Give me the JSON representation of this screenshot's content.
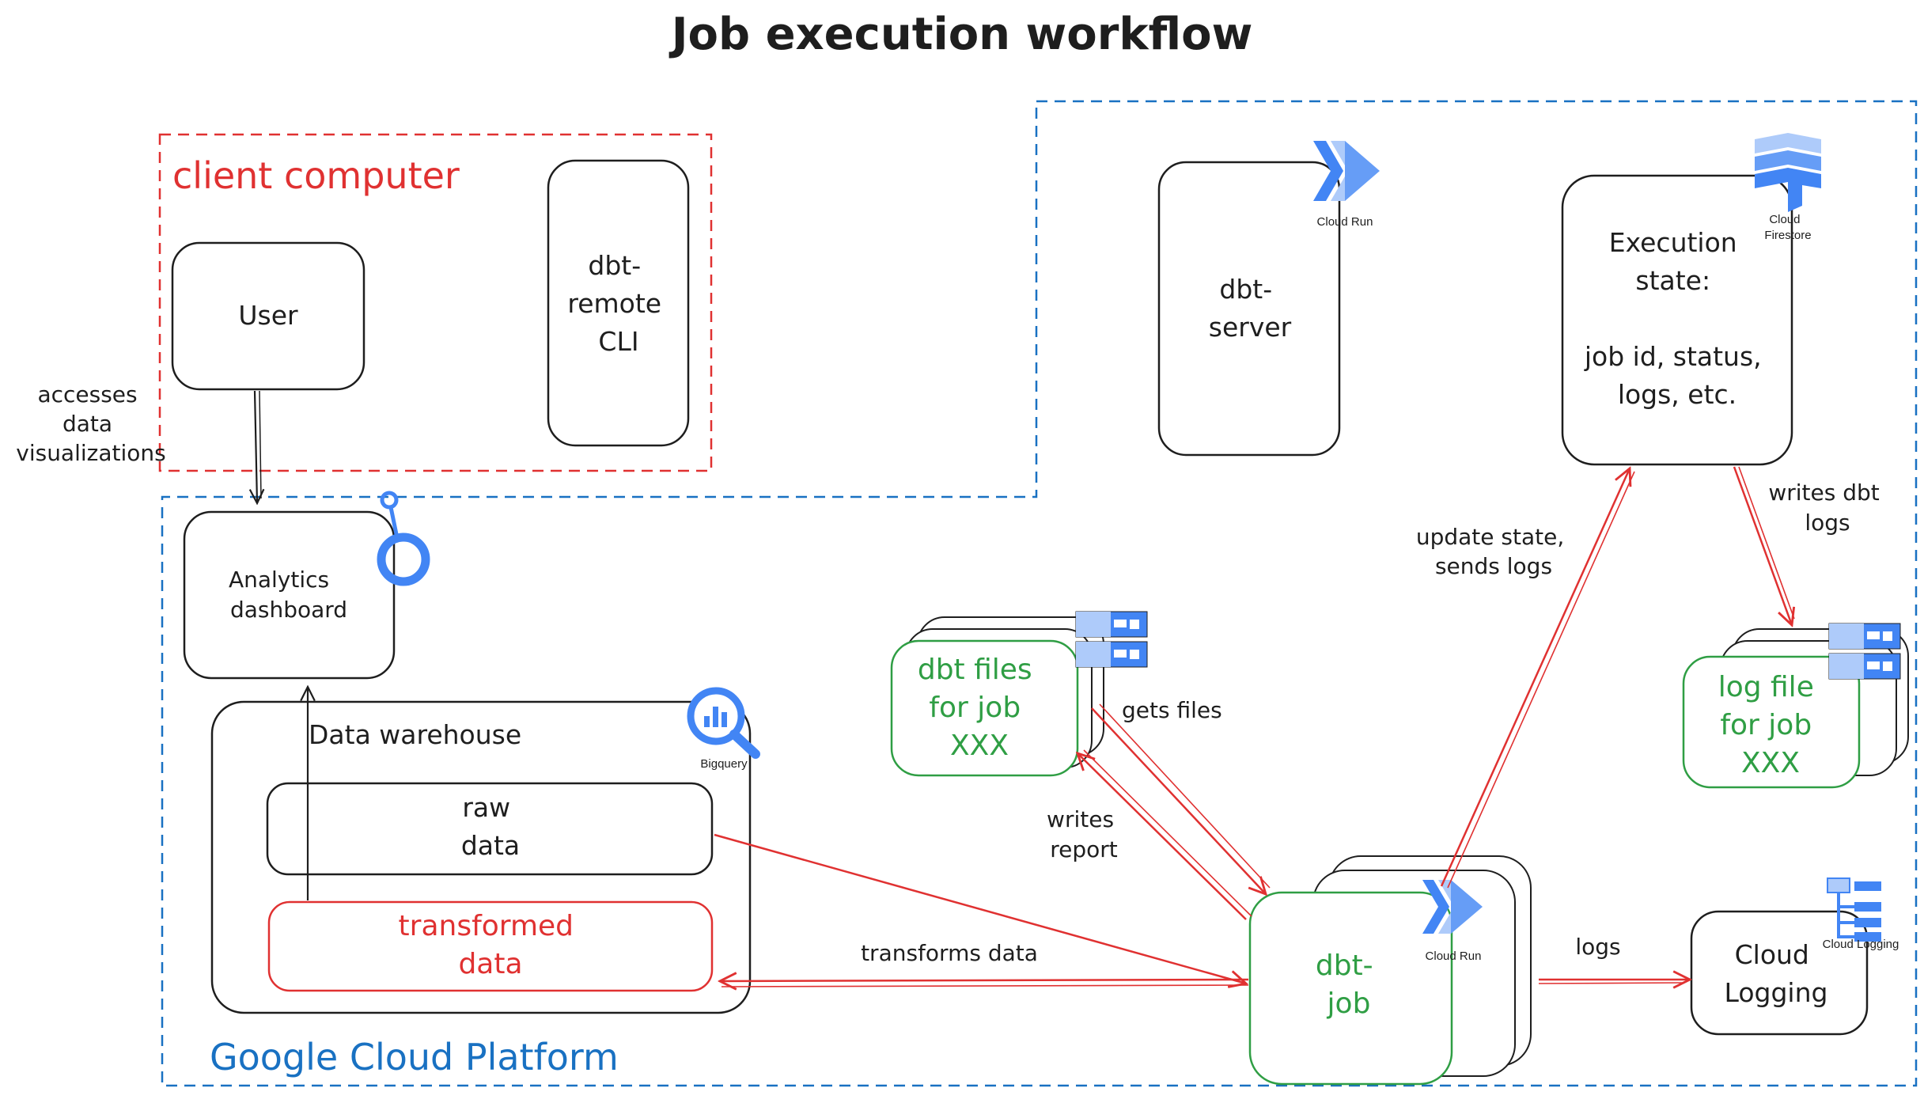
{
  "title": "Job execution workflow",
  "regions": {
    "client": "client computer",
    "gcp": "Google Cloud Platform"
  },
  "nodes": {
    "user": "User",
    "cli": [
      "dbt-",
      "remote",
      "CLI"
    ],
    "dbt_server": [
      "dbt-",
      "server"
    ],
    "execution_state": [
      "Execution",
      "state:",
      "",
      "job id, status,",
      "logs, etc."
    ],
    "analytics": [
      "Analytics",
      "dashboard"
    ],
    "warehouse": "Data warehouse",
    "raw_data": [
      "raw",
      "data"
    ],
    "transformed_data": [
      "transformed",
      "data"
    ],
    "dbt_files": [
      "dbt files",
      "for job",
      "XXX"
    ],
    "dbt_job": [
      "dbt-",
      "job"
    ],
    "log_file": [
      "log file",
      "for job",
      "XXX"
    ],
    "cloud_logging": [
      "Cloud",
      "Logging"
    ]
  },
  "edge_labels": {
    "accesses": [
      "accesses",
      "data",
      "visualizations"
    ],
    "update_state": [
      "update state,",
      "sends logs"
    ],
    "writes_dbt_logs": [
      "writes dbt",
      "logs"
    ],
    "gets_files": "gets files",
    "writes_report": [
      "writes",
      "report"
    ],
    "transforms_data": "transforms data",
    "logs": "logs"
  },
  "icon_labels": {
    "cloud_run_server": "Cloud Run",
    "cloud_run_job": "Cloud Run",
    "firestore": [
      "Cloud",
      "Firestore"
    ],
    "bigquery": "Bigquery",
    "cloud_logging": "Cloud Logging"
  },
  "colors": {
    "stroke": "#1e1e1e",
    "red": "#e03131",
    "blue": "#1971c2",
    "green": "#2f9e44",
    "icon_blue": "#4285f4",
    "icon_light": "#aecbfa"
  }
}
